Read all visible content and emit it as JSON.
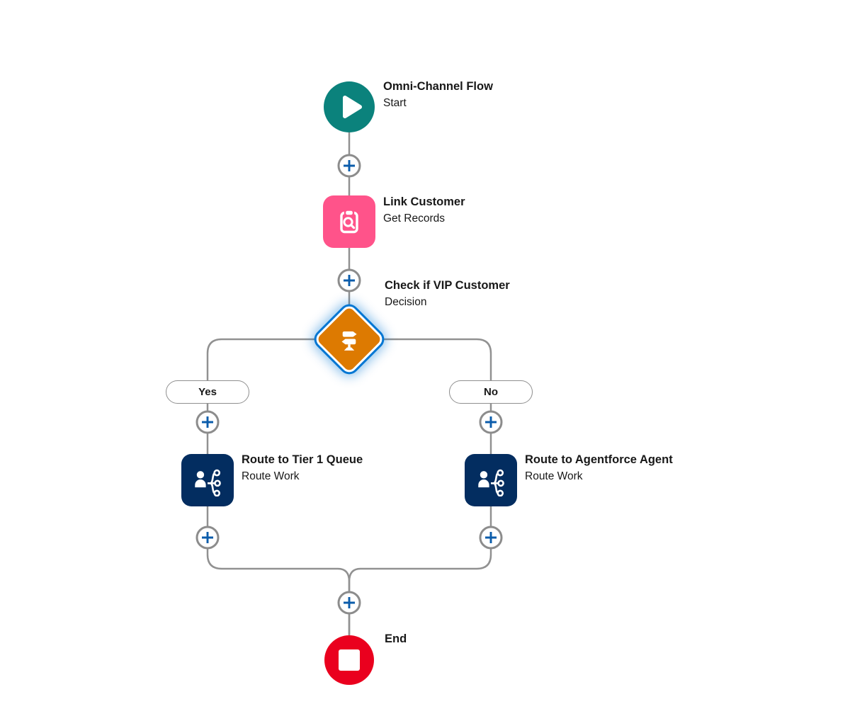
{
  "colors": {
    "teal": "#0B827C",
    "pink": "#FF538A",
    "orange": "#DD7A01",
    "navy": "#032D60",
    "red": "#EA001E",
    "plus_blue": "#0B5CAB",
    "selection_blue": "#0176D3",
    "connector_gray": "#919191",
    "text_dark": "#181818",
    "pill_border": "#8F8F8F"
  },
  "flow": {
    "nodes": {
      "start": {
        "title": "Omni-Channel Flow",
        "subtitle": "Start",
        "icon": "play-icon"
      },
      "get_records": {
        "title": "Link Customer",
        "subtitle": "Get Records",
        "icon": "record-lookup-icon"
      },
      "decision": {
        "title": "Check if VIP Customer",
        "subtitle": "Decision",
        "icon": "signpost-icon",
        "selected": true
      },
      "route_left": {
        "title": "Route to Tier 1 Queue",
        "subtitle": "Route Work",
        "icon": "route-work-icon"
      },
      "route_right": {
        "title": "Route to Agentforce Agent",
        "subtitle": "Route Work",
        "icon": "route-work-icon"
      },
      "end": {
        "title": "End",
        "icon": "stop-icon"
      }
    },
    "branches": {
      "yes": "Yes",
      "no": "No"
    }
  }
}
